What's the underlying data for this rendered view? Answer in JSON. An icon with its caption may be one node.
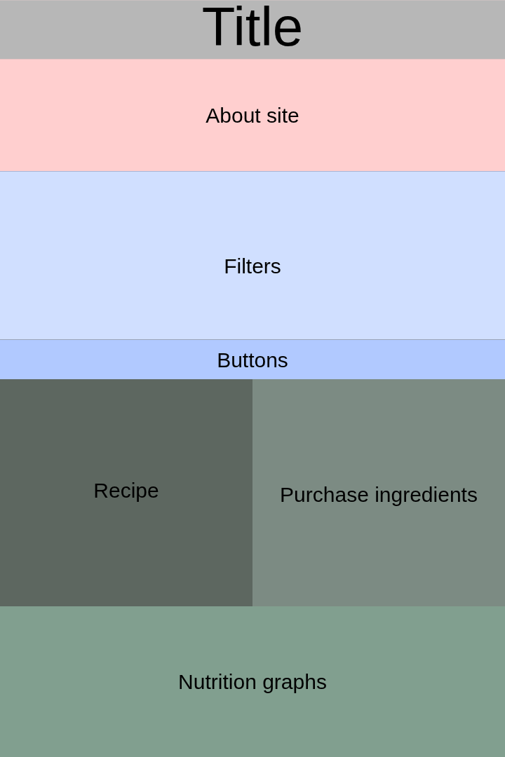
{
  "diagram": {
    "nodes": [
      {
        "text": [
          "Title"
        ]
      },
      {
        "text": [
          "About site"
        ]
      },
      {
        "text": [
          "Filters"
        ]
      },
      {
        "text": [
          "Buttons"
        ]
      },
      {
        "text": [
          "Recipe"
        ]
      },
      {
        "text": [
          "Purchase ingredients"
        ]
      },
      {
        "text": [
          "Nutrition graphs"
        ]
      }
    ]
  }
}
